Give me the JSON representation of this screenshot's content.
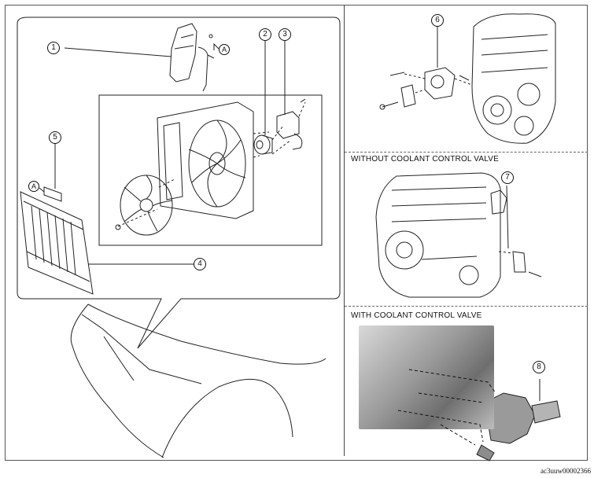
{
  "callouts": {
    "c1": "1",
    "c2": "2",
    "c3": "3",
    "c4": "4",
    "c5": "5",
    "c6": "6",
    "c7": "7",
    "c8": "8"
  },
  "refs": {
    "a_top": "A",
    "a_radiator": "A"
  },
  "sections": {
    "without_valve": "WITHOUT COOLANT CONTROL VALVE",
    "with_valve": "WITH COOLANT CONTROL VALVE"
  },
  "figure_code": "ac3uuw00002366",
  "colors": {
    "line": "#222222",
    "photo_metal": "#8a8a8a"
  }
}
